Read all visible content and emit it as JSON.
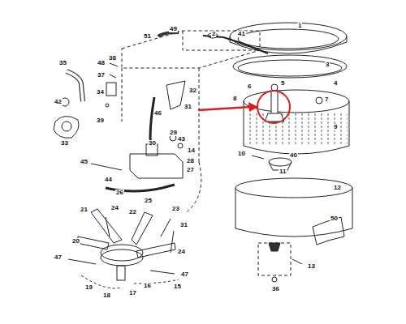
{
  "diagram": {
    "labels": [
      "51",
      "49",
      "2",
      "41",
      "1",
      "3",
      "4",
      "5",
      "6",
      "7",
      "8",
      "9",
      "10",
      "40",
      "11",
      "12",
      "50",
      "13",
      "36",
      "35",
      "48",
      "38",
      "37",
      "32",
      "31",
      "34",
      "42",
      "39",
      "33",
      "46",
      "29",
      "43",
      "30",
      "14",
      "28",
      "27",
      "45",
      "44",
      "26",
      "21",
      "24",
      "25",
      "22",
      "23",
      "31",
      "20",
      "24",
      "47",
      "47",
      "19",
      "16",
      "15",
      "17",
      "18"
    ]
  }
}
